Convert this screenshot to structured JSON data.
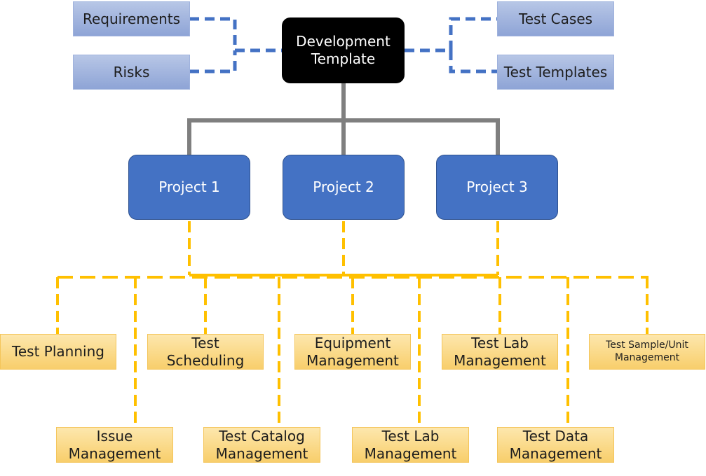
{
  "diagram": {
    "root": {
      "label": "Development Template"
    },
    "left_items": [
      {
        "label": "Requirements"
      },
      {
        "label": "Risks"
      }
    ],
    "right_items": [
      {
        "label": "Test Cases"
      },
      {
        "label": "Test Templates"
      }
    ],
    "projects": [
      {
        "label": "Project 1"
      },
      {
        "label": "Project 2"
      },
      {
        "label": "Project 3"
      }
    ],
    "modules_top": [
      {
        "label": "Test Planning"
      },
      {
        "label": "Test\nScheduling"
      },
      {
        "label": "Equipment\nManagement"
      },
      {
        "label": "Test Lab\nManagement"
      },
      {
        "label": "Test Sample/Unit\nManagement"
      }
    ],
    "modules_bottom": [
      {
        "label": "Issue\nManagement"
      },
      {
        "label": "Test Catalog\nManagement"
      },
      {
        "label": "Test Lab\nManagement"
      },
      {
        "label": "Test Data\nManagement"
      }
    ],
    "colors": {
      "root_fill": "#000000",
      "project_fill": "#4472c4",
      "side_fill": "#a3b6e0",
      "module_fill": "#fbd98a",
      "gray_connector": "#7f7f7f",
      "blue_connector": "#4472c4",
      "gold_connector": "#ffc000"
    }
  }
}
